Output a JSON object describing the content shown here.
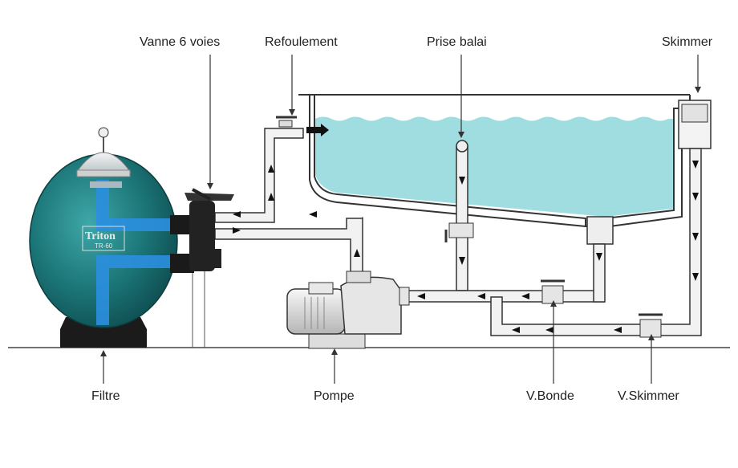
{
  "title": "Schéma circuit de filtration piscine",
  "labels": {
    "vanne": "Vanne 6 voies",
    "refoulement": "Refoulement",
    "prise_balai": "Prise balai",
    "skimmer": "Skimmer",
    "filtre": "Filtre",
    "pompe": "Pompe",
    "v_bonde": "V.Bonde",
    "v_skimmer": "V.Skimmer"
  },
  "filter": {
    "brand": "Triton",
    "model": "TR-60"
  },
  "colors": {
    "water": "#9fdde0",
    "tank": "#1f7f82",
    "flow_inside": "#2b8fe0",
    "pipe": "#f2f2f2",
    "outline": "#333333"
  }
}
